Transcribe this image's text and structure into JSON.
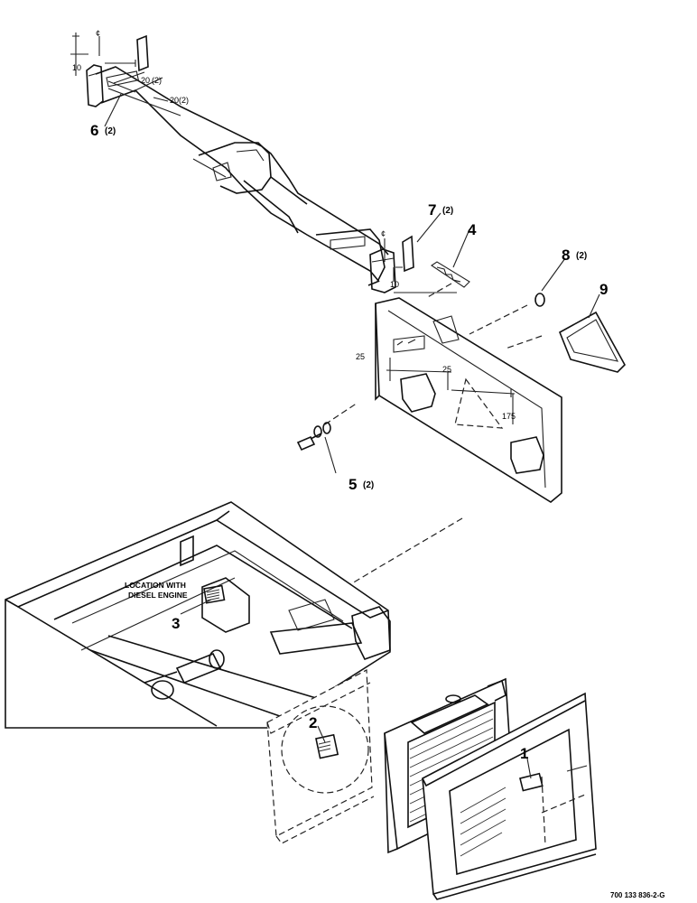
{
  "callouts": [
    {
      "num": "1",
      "qty": ""
    },
    {
      "num": "2",
      "qty": ""
    },
    {
      "num": "3",
      "qty": ""
    },
    {
      "num": "4",
      "qty": ""
    },
    {
      "num": "5",
      "qty": "(2)"
    },
    {
      "num": "6",
      "qty": "(2)"
    },
    {
      "num": "7",
      "qty": "(2)"
    },
    {
      "num": "8",
      "qty": "(2)"
    },
    {
      "num": "9",
      "qty": ""
    }
  ],
  "dimensions": {
    "d10a": "10",
    "d20a": "20",
    "d20a_qty": "(2)",
    "d20b": "20(2)",
    "d10b": "10",
    "d25a": "25",
    "d25b": "25",
    "d175": "175",
    "centerline": "¢"
  },
  "note_lines": [
    "LOCATION WITH",
    "DIESEL ENGINE"
  ],
  "drawing_number": "700 133 836-2-G"
}
